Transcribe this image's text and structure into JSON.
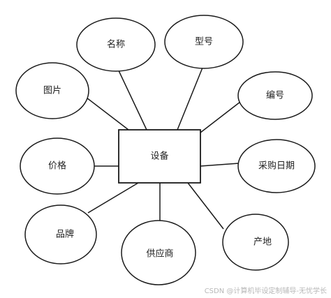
{
  "entity": {
    "label": "设备"
  },
  "attributes": [
    {
      "id": "name",
      "label": "名称"
    },
    {
      "id": "model",
      "label": "型号"
    },
    {
      "id": "number",
      "label": "编号"
    },
    {
      "id": "image",
      "label": "图片"
    },
    {
      "id": "purchase",
      "label": "采购日期"
    },
    {
      "id": "price",
      "label": "价格"
    },
    {
      "id": "origin",
      "label": "产地"
    },
    {
      "id": "brand",
      "label": "品牌"
    },
    {
      "id": "supplier",
      "label": "供应商"
    }
  ],
  "watermark": "CSDN @计算机毕设定制辅导-无忧学长",
  "colors": {
    "stroke": "#1a1a1a",
    "watermark": "#b8b8b8"
  }
}
